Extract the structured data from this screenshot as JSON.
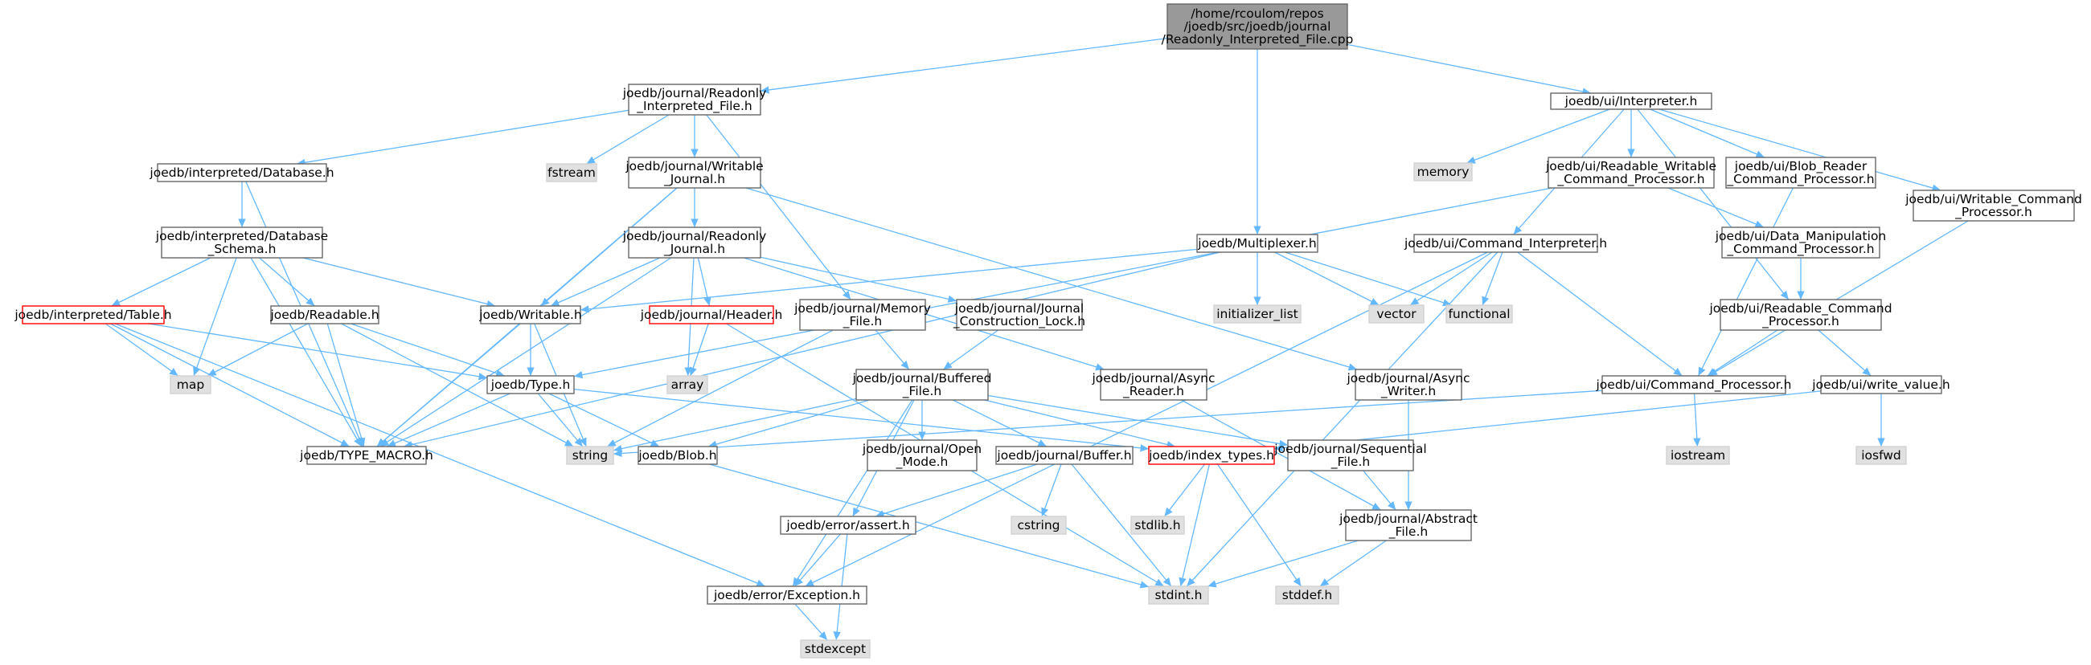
{
  "graph": {
    "nodes": [
      {
        "id": "root",
        "label": [
          "/home/rcoulom/repos",
          "/joedb/src/joedb/journal",
          "/Readonly_Interpreted_File.cpp"
        ],
        "style": "root"
      },
      {
        "id": "rif_h",
        "label": [
          "joedb/journal/Readonly",
          "_Interpreted_File.h"
        ],
        "style": "normal"
      },
      {
        "id": "interp_h",
        "label": [
          "joedb/ui/Interpreter.h"
        ],
        "style": "normal"
      },
      {
        "id": "db_h",
        "label": [
          "joedb/interpreted/Database.h"
        ],
        "style": "normal"
      },
      {
        "id": "fstream",
        "label": [
          "fstream"
        ],
        "style": "system"
      },
      {
        "id": "wj_h",
        "label": [
          "joedb/journal/Writable",
          "_Journal.h"
        ],
        "style": "normal"
      },
      {
        "id": "memory",
        "label": [
          "memory"
        ],
        "style": "system"
      },
      {
        "id": "rwcp_h",
        "label": [
          "joedb/ui/Readable_Writable",
          "_Command_Processor.h"
        ],
        "style": "normal"
      },
      {
        "id": "brcp_h",
        "label": [
          "joedb/ui/Blob_Reader",
          "_Command_Processor.h"
        ],
        "style": "normal"
      },
      {
        "id": "wcp_h",
        "label": [
          "joedb/ui/Writable_Command",
          "_Processor.h"
        ],
        "style": "normal"
      },
      {
        "id": "dbs_h",
        "label": [
          "joedb/interpreted/Database",
          "_Schema.h"
        ],
        "style": "normal"
      },
      {
        "id": "rj_h",
        "label": [
          "joedb/journal/Readonly",
          "_Journal.h"
        ],
        "style": "normal"
      },
      {
        "id": "mux_h",
        "label": [
          "joedb/Multiplexer.h"
        ],
        "style": "normal"
      },
      {
        "id": "ci_h",
        "label": [
          "joedb/ui/Command_Interpreter.h"
        ],
        "style": "normal"
      },
      {
        "id": "dmcp_h",
        "label": [
          "joedb/ui/Data_Manipulation",
          "_Command_Processor.h"
        ],
        "style": "normal"
      },
      {
        "id": "table_h",
        "label": [
          "joedb/interpreted/Table.h"
        ],
        "style": "red"
      },
      {
        "id": "readable_h",
        "label": [
          "joedb/Readable.h"
        ],
        "style": "normal"
      },
      {
        "id": "writable_h",
        "label": [
          "joedb/Writable.h"
        ],
        "style": "normal"
      },
      {
        "id": "header_h",
        "label": [
          "joedb/journal/Header.h"
        ],
        "style": "red"
      },
      {
        "id": "mf_h",
        "label": [
          "joedb/journal/Memory",
          "_File.h"
        ],
        "style": "normal"
      },
      {
        "id": "jcl_h",
        "label": [
          "joedb/journal/Journal",
          "_Construction_Lock.h"
        ],
        "style": "normal"
      },
      {
        "id": "init_list",
        "label": [
          "initializer_list"
        ],
        "style": "system"
      },
      {
        "id": "vector",
        "label": [
          "vector"
        ],
        "style": "system"
      },
      {
        "id": "functional",
        "label": [
          "functional"
        ],
        "style": "system"
      },
      {
        "id": "rcp_h",
        "label": [
          "joedb/ui/Readable_Command",
          "_Processor.h"
        ],
        "style": "normal"
      },
      {
        "id": "map",
        "label": [
          "map"
        ],
        "style": "system"
      },
      {
        "id": "type_h",
        "label": [
          "joedb/Type.h"
        ],
        "style": "normal"
      },
      {
        "id": "array",
        "label": [
          "array"
        ],
        "style": "system"
      },
      {
        "id": "bf_h",
        "label": [
          "joedb/journal/Buffered",
          "_File.h"
        ],
        "style": "normal"
      },
      {
        "id": "ar_h",
        "label": [
          "joedb/journal/Async",
          "_Reader.h"
        ],
        "style": "normal"
      },
      {
        "id": "aw_h",
        "label": [
          "joedb/journal/Async",
          "_Writer.h"
        ],
        "style": "normal"
      },
      {
        "id": "cp_h",
        "label": [
          "joedb/ui/Command_Processor.h"
        ],
        "style": "normal"
      },
      {
        "id": "wv_h",
        "label": [
          "joedb/ui/write_value.h"
        ],
        "style": "normal"
      },
      {
        "id": "string",
        "label": [
          "string"
        ],
        "style": "system"
      },
      {
        "id": "tm_h",
        "label": [
          "joedb/TYPE_MACRO.h"
        ],
        "style": "normal"
      },
      {
        "id": "blob_h",
        "label": [
          "joedb/Blob.h"
        ],
        "style": "normal"
      },
      {
        "id": "om_h",
        "label": [
          "joedb/journal/Open",
          "_Mode.h"
        ],
        "style": "normal"
      },
      {
        "id": "buf_h",
        "label": [
          "joedb/journal/Buffer.h"
        ],
        "style": "normal"
      },
      {
        "id": "it_h",
        "label": [
          "joedb/index_types.h"
        ],
        "style": "red"
      },
      {
        "id": "sf_h",
        "label": [
          "joedb/journal/Sequential",
          "_File.h"
        ],
        "style": "normal"
      },
      {
        "id": "iostream",
        "label": [
          "iostream"
        ],
        "style": "system"
      },
      {
        "id": "iosfwd",
        "label": [
          "iosfwd"
        ],
        "style": "system"
      },
      {
        "id": "stdlib",
        "label": [
          "stdlib.h"
        ],
        "style": "system"
      },
      {
        "id": "cstring",
        "label": [
          "cstring"
        ],
        "style": "system"
      },
      {
        "id": "assert_h",
        "label": [
          "joedb/error/assert.h"
        ],
        "style": "normal"
      },
      {
        "id": "af_h",
        "label": [
          "joedb/journal/Abstract",
          "_File.h"
        ],
        "style": "normal"
      },
      {
        "id": "exc_h",
        "label": [
          "joedb/error/Exception.h"
        ],
        "style": "normal"
      },
      {
        "id": "stdint",
        "label": [
          "stdint.h"
        ],
        "style": "system"
      },
      {
        "id": "stddef",
        "label": [
          "stddef.h"
        ],
        "style": "system"
      },
      {
        "id": "stdexcept",
        "label": [
          "stdexcept"
        ],
        "style": "system"
      }
    ],
    "edges": [
      [
        "root",
        "rif_h"
      ],
      [
        "root",
        "interp_h"
      ],
      [
        "root",
        "mux_h"
      ],
      [
        "rif_h",
        "db_h"
      ],
      [
        "rif_h",
        "fstream"
      ],
      [
        "rif_h",
        "wj_h"
      ],
      [
        "rif_h",
        "mf_h"
      ],
      [
        "interp_h",
        "memory"
      ],
      [
        "interp_h",
        "rwcp_h"
      ],
      [
        "interp_h",
        "brcp_h"
      ],
      [
        "interp_h",
        "wcp_h"
      ],
      [
        "interp_h",
        "ci_h"
      ],
      [
        "interp_h",
        "rcp_h"
      ],
      [
        "db_h",
        "dbs_h"
      ],
      [
        "db_h",
        "tm_h"
      ],
      [
        "wj_h",
        "rj_h"
      ],
      [
        "wj_h",
        "writable_h"
      ],
      [
        "wj_h",
        "aw_h"
      ],
      [
        "wj_h",
        "tm_h"
      ],
      [
        "rwcp_h",
        "dmcp_h"
      ],
      [
        "rwcp_h",
        "type_h"
      ],
      [
        "brcp_h",
        "cp_h"
      ],
      [
        "wcp_h",
        "cp_h"
      ],
      [
        "dmcp_h",
        "rcp_h"
      ],
      [
        "dbs_h",
        "table_h"
      ],
      [
        "dbs_h",
        "readable_h"
      ],
      [
        "dbs_h",
        "writable_h"
      ],
      [
        "dbs_h",
        "map"
      ],
      [
        "dbs_h",
        "tm_h"
      ],
      [
        "rj_h",
        "writable_h"
      ],
      [
        "rj_h",
        "header_h"
      ],
      [
        "rj_h",
        "jcl_h"
      ],
      [
        "rj_h",
        "ar_h"
      ],
      [
        "rj_h",
        "array"
      ],
      [
        "rj_h",
        "tm_h"
      ],
      [
        "mux_h",
        "writable_h"
      ],
      [
        "mux_h",
        "init_list"
      ],
      [
        "mux_h",
        "vector"
      ],
      [
        "mux_h",
        "functional"
      ],
      [
        "mux_h",
        "tm_h"
      ],
      [
        "ci_h",
        "vector"
      ],
      [
        "ci_h",
        "functional"
      ],
      [
        "ci_h",
        "cp_h"
      ],
      [
        "ci_h",
        "exc_h"
      ],
      [
        "ci_h",
        "stdint"
      ],
      [
        "rcp_h",
        "cp_h"
      ],
      [
        "rcp_h",
        "wv_h"
      ],
      [
        "table_h",
        "map"
      ],
      [
        "table_h",
        "type_h"
      ],
      [
        "table_h",
        "tm_h"
      ],
      [
        "table_h",
        "exc_h"
      ],
      [
        "readable_h",
        "map"
      ],
      [
        "readable_h",
        "type_h"
      ],
      [
        "readable_h",
        "tm_h"
      ],
      [
        "readable_h",
        "string"
      ],
      [
        "writable_h",
        "type_h"
      ],
      [
        "writable_h",
        "tm_h"
      ],
      [
        "writable_h",
        "string"
      ],
      [
        "header_h",
        "array"
      ],
      [
        "header_h",
        "stdint"
      ],
      [
        "mf_h",
        "bf_h"
      ],
      [
        "mf_h",
        "string"
      ],
      [
        "jcl_h",
        "bf_h"
      ],
      [
        "type_h",
        "string"
      ],
      [
        "type_h",
        "blob_h"
      ],
      [
        "type_h",
        "tm_h"
      ],
      [
        "type_h",
        "it_h"
      ],
      [
        "bf_h",
        "blob_h"
      ],
      [
        "bf_h",
        "om_h"
      ],
      [
        "bf_h",
        "buf_h"
      ],
      [
        "bf_h",
        "it_h"
      ],
      [
        "bf_h",
        "sf_h"
      ],
      [
        "bf_h",
        "string"
      ],
      [
        "bf_h",
        "assert_h"
      ],
      [
        "bf_h",
        "exc_h"
      ],
      [
        "ar_h",
        "af_h"
      ],
      [
        "aw_h",
        "af_h"
      ],
      [
        "cp_h",
        "iostream"
      ],
      [
        "cp_h",
        "string"
      ],
      [
        "wv_h",
        "it_h"
      ],
      [
        "wv_h",
        "iosfwd"
      ],
      [
        "blob_h",
        "stdint"
      ],
      [
        "buf_h",
        "assert_h"
      ],
      [
        "buf_h",
        "cstring"
      ],
      [
        "buf_h",
        "stdint"
      ],
      [
        "it_h",
        "stdlib"
      ],
      [
        "it_h",
        "stdint"
      ],
      [
        "it_h",
        "stddef"
      ],
      [
        "sf_h",
        "af_h"
      ],
      [
        "assert_h",
        "exc_h"
      ],
      [
        "assert_h",
        "stdexcept"
      ],
      [
        "af_h",
        "stdint"
      ],
      [
        "af_h",
        "stddef"
      ],
      [
        "exc_h",
        "stdexcept"
      ]
    ]
  }
}
